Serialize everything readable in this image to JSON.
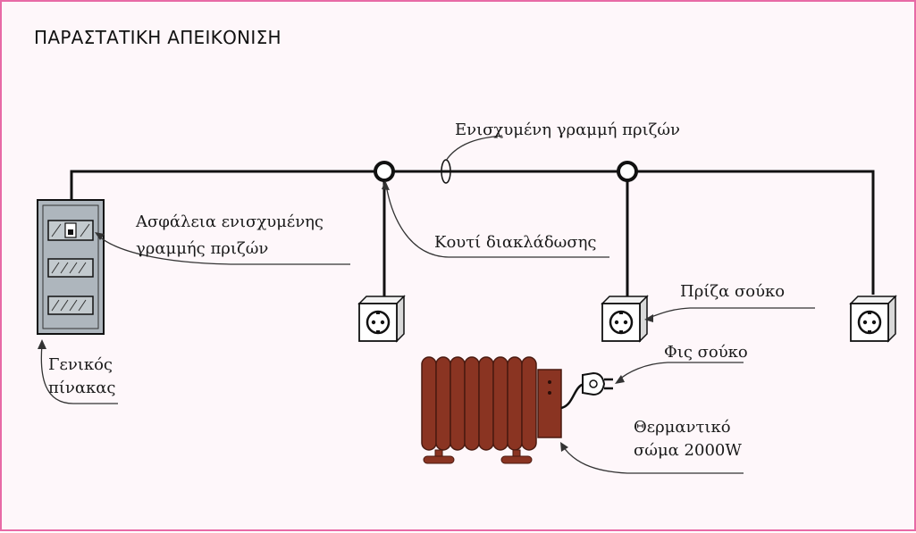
{
  "title": "ΠΑΡΑΣΤΑΤΙΚΗ ΑΠΕΙΚΟΝΙΣΗ",
  "labels": {
    "reinforced_line": "Ενισχυμένη γραμμή πριζών",
    "fuse_line1": "Ασφάλεια ενισχυμένης",
    "fuse_line2": "γραμμής πριζών",
    "junction_box": "Κουτί διακλάδωσης",
    "schuko_socket": "Πρίζα σούκο",
    "schuko_plug": "Φις σούκο",
    "panel_line1": "Γενικός",
    "panel_line2": "πίνακας",
    "heater_line1": "Θερμαντικό",
    "heater_line2": "σώμα 2000W"
  },
  "colors": {
    "frame_border": "#e86aa6",
    "frame_background": "#fef7fa",
    "panel_fill": "#aeb6bd",
    "heater_fill": "#8a3422",
    "wire": "#111111"
  }
}
